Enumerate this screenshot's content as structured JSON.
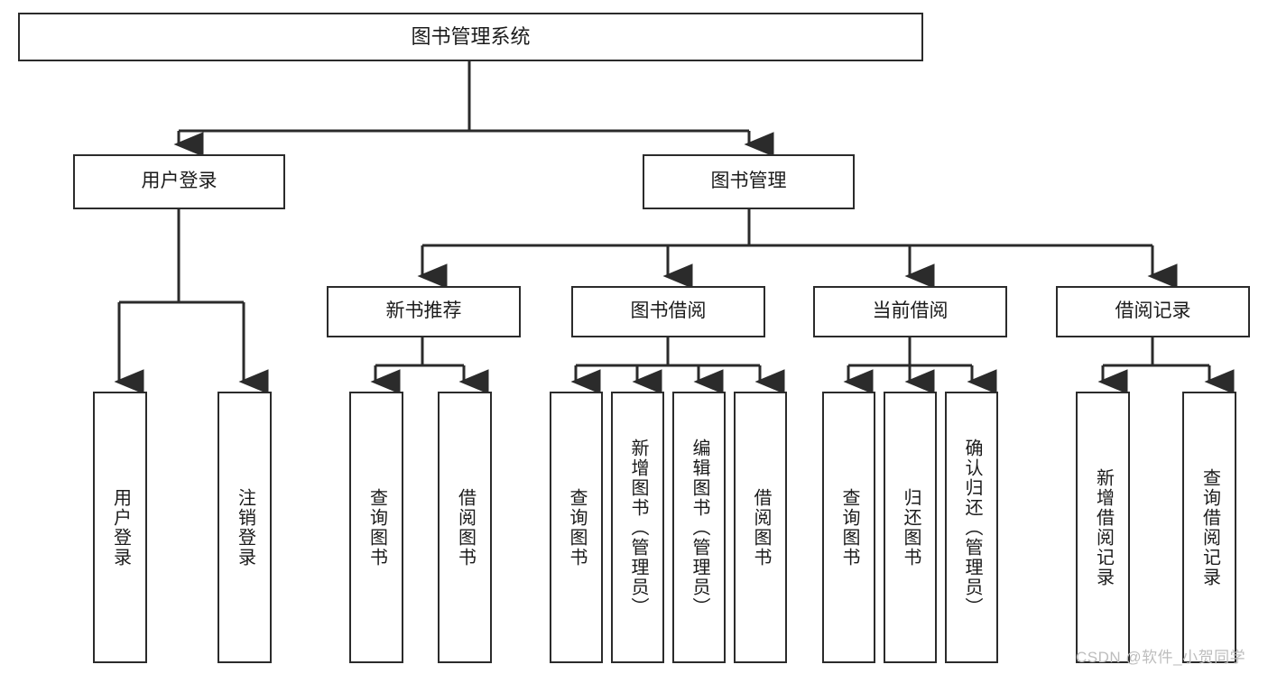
{
  "diagram": {
    "type": "tree-hierarchy",
    "title": "图书管理系统",
    "watermark": "CSDN @软件_小贺同学",
    "colors": {
      "stroke": "#2b2b2b",
      "fill": "#ffffff",
      "text": "#1b1b1b",
      "watermark": "#bdbdbd"
    },
    "levels": {
      "root": "图书管理系统",
      "level2": [
        "用户登录",
        "图书管理"
      ],
      "level3": [
        "新书推荐",
        "图书借阅",
        "当前借阅",
        "借阅记录"
      ],
      "level4": [
        "用户登录",
        "注销登录",
        "查询图书",
        "借阅图书",
        "查询图书",
        "新增图书（管理员）",
        "编辑图书（管理员）",
        "借阅图书",
        "查询图书",
        "归还图书",
        "确认归还（管理员）",
        "新增借阅记录",
        "查询借阅记录"
      ]
    },
    "nodes": {
      "root": {
        "label": "图书管理系统"
      },
      "user_login": {
        "label": "用户登录"
      },
      "book_mgmt": {
        "label": "图书管理"
      },
      "new_book_rec": {
        "label": "新书推荐"
      },
      "book_borrow": {
        "label": "图书借阅"
      },
      "current_borrow": {
        "label": "当前借阅"
      },
      "borrow_record": {
        "label": "借阅记录"
      },
      "leaf_user_login": {
        "label": "用户登录"
      },
      "leaf_logout": {
        "label": "注销登录"
      },
      "leaf_query_book_1": {
        "label": "查询图书"
      },
      "leaf_borrow_book_1": {
        "label": "借阅图书"
      },
      "leaf_query_book_2": {
        "label": "查询图书"
      },
      "leaf_add_book": {
        "label": "新增图书（管理员）"
      },
      "leaf_edit_book": {
        "label": "编辑图书（管理员）"
      },
      "leaf_borrow_book_2": {
        "label": "借阅图书"
      },
      "leaf_query_book_3": {
        "label": "查询图书"
      },
      "leaf_return_book": {
        "label": "归还图书"
      },
      "leaf_confirm_return": {
        "label": "确认归还（管理员）"
      },
      "leaf_add_record": {
        "label": "新增借阅记录"
      },
      "leaf_query_record": {
        "label": "查询借阅记录"
      }
    },
    "edges": [
      {
        "from": "root",
        "to": "user_login"
      },
      {
        "from": "root",
        "to": "book_mgmt"
      },
      {
        "from": "user_login",
        "to": "leaf_user_login"
      },
      {
        "from": "user_login",
        "to": "leaf_logout"
      },
      {
        "from": "book_mgmt",
        "to": "new_book_rec"
      },
      {
        "from": "book_mgmt",
        "to": "book_borrow"
      },
      {
        "from": "book_mgmt",
        "to": "current_borrow"
      },
      {
        "from": "book_mgmt",
        "to": "borrow_record"
      },
      {
        "from": "new_book_rec",
        "to": "leaf_query_book_1"
      },
      {
        "from": "new_book_rec",
        "to": "leaf_borrow_book_1"
      },
      {
        "from": "book_borrow",
        "to": "leaf_query_book_2"
      },
      {
        "from": "book_borrow",
        "to": "leaf_add_book"
      },
      {
        "from": "book_borrow",
        "to": "leaf_edit_book"
      },
      {
        "from": "book_borrow",
        "to": "leaf_borrow_book_2"
      },
      {
        "from": "current_borrow",
        "to": "leaf_query_book_3"
      },
      {
        "from": "current_borrow",
        "to": "leaf_return_book"
      },
      {
        "from": "current_borrow",
        "to": "leaf_confirm_return"
      },
      {
        "from": "borrow_record",
        "to": "leaf_add_record"
      },
      {
        "from": "borrow_record",
        "to": "leaf_query_record"
      }
    ]
  }
}
